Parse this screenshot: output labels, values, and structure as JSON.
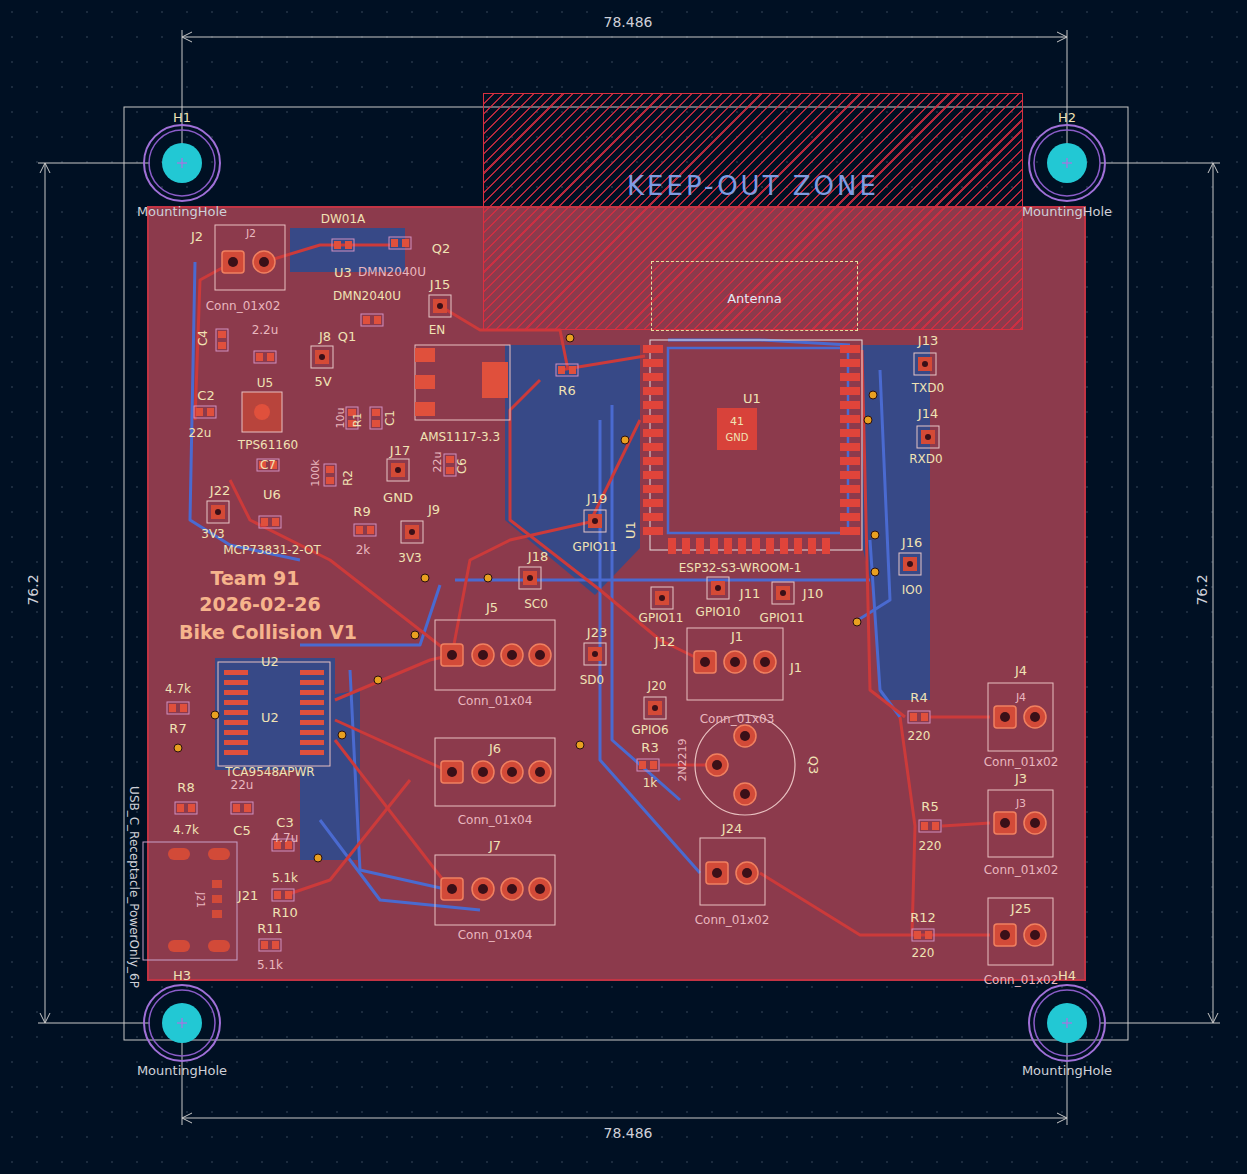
{
  "diagram": {
    "nodes": [
      {
        "text": [
          "KEEP-OUT ZONE"
        ]
      },
      {
        "text": [
          "Antenna"
        ],
        "in": 0
      }
    ],
    "labels": [
      "78.486",
      "H1",
      "H2",
      "MountingHole",
      "MountingHole",
      "DW01A",
      "J2",
      "J2",
      "Q2",
      "U3",
      "DMN2040U",
      "DMN2040U",
      "Conn_01x02",
      "J15",
      "EN",
      "J8",
      "Q1",
      "C4",
      "2.2u",
      "5V",
      "R6",
      "U1",
      "41",
      "GND",
      "C2",
      "U5",
      "22u",
      "TPS61160",
      "10u",
      "R1",
      "C1",
      "AMS1117-3.3",
      "C7",
      "J17",
      "GND",
      "22u",
      "C6",
      "100k",
      "R2",
      "J22",
      "U6",
      "J19",
      "R9",
      "J9",
      "U1",
      "GPIO11",
      "3V3",
      "MCP73831-2-OT",
      "2k",
      "3V3",
      "ESP32-S3-WROOM-1",
      "J16",
      "IO0",
      "J18",
      "Team 91",
      "2026-02-26",
      "Bike Collision V1",
      "SC0",
      "J5",
      "J11",
      "J10",
      "GPIO11",
      "GPIO10",
      "GPIO11",
      "J23",
      "J12",
      "J1",
      "J1",
      "SD0",
      "U2",
      "U2",
      "4.7k",
      "R7",
      "Conn_01x04",
      "J20",
      "GPIO6",
      "Conn_01x03",
      "J4",
      "J4",
      "R4",
      "220",
      "Q3",
      "J6",
      "R3",
      "1k",
      "2N2219",
      "TCA9548APWR",
      "USB_C_Receptacle_PowerOnly_6P",
      "22u",
      "C5",
      "R8",
      "4.7k",
      "J3",
      "J3",
      "Conn_01x02",
      "R5",
      "220",
      "Conn_01x02",
      "C3",
      "4.7u",
      "Conn_01x04",
      "J7",
      "J24",
      "5.1k",
      "R10",
      "J21",
      "J21",
      "Conn_01x02",
      "R12",
      "220",
      "J25",
      "R11",
      "5.1k",
      "Conn_01x04",
      "Conn_01x02",
      "H3",
      "H4",
      "MountingHole",
      "MountingHole",
      "78.486",
      "76.2",
      "76.2",
      "J13",
      "TXD0",
      "J14",
      "RXD0"
    ]
  }
}
